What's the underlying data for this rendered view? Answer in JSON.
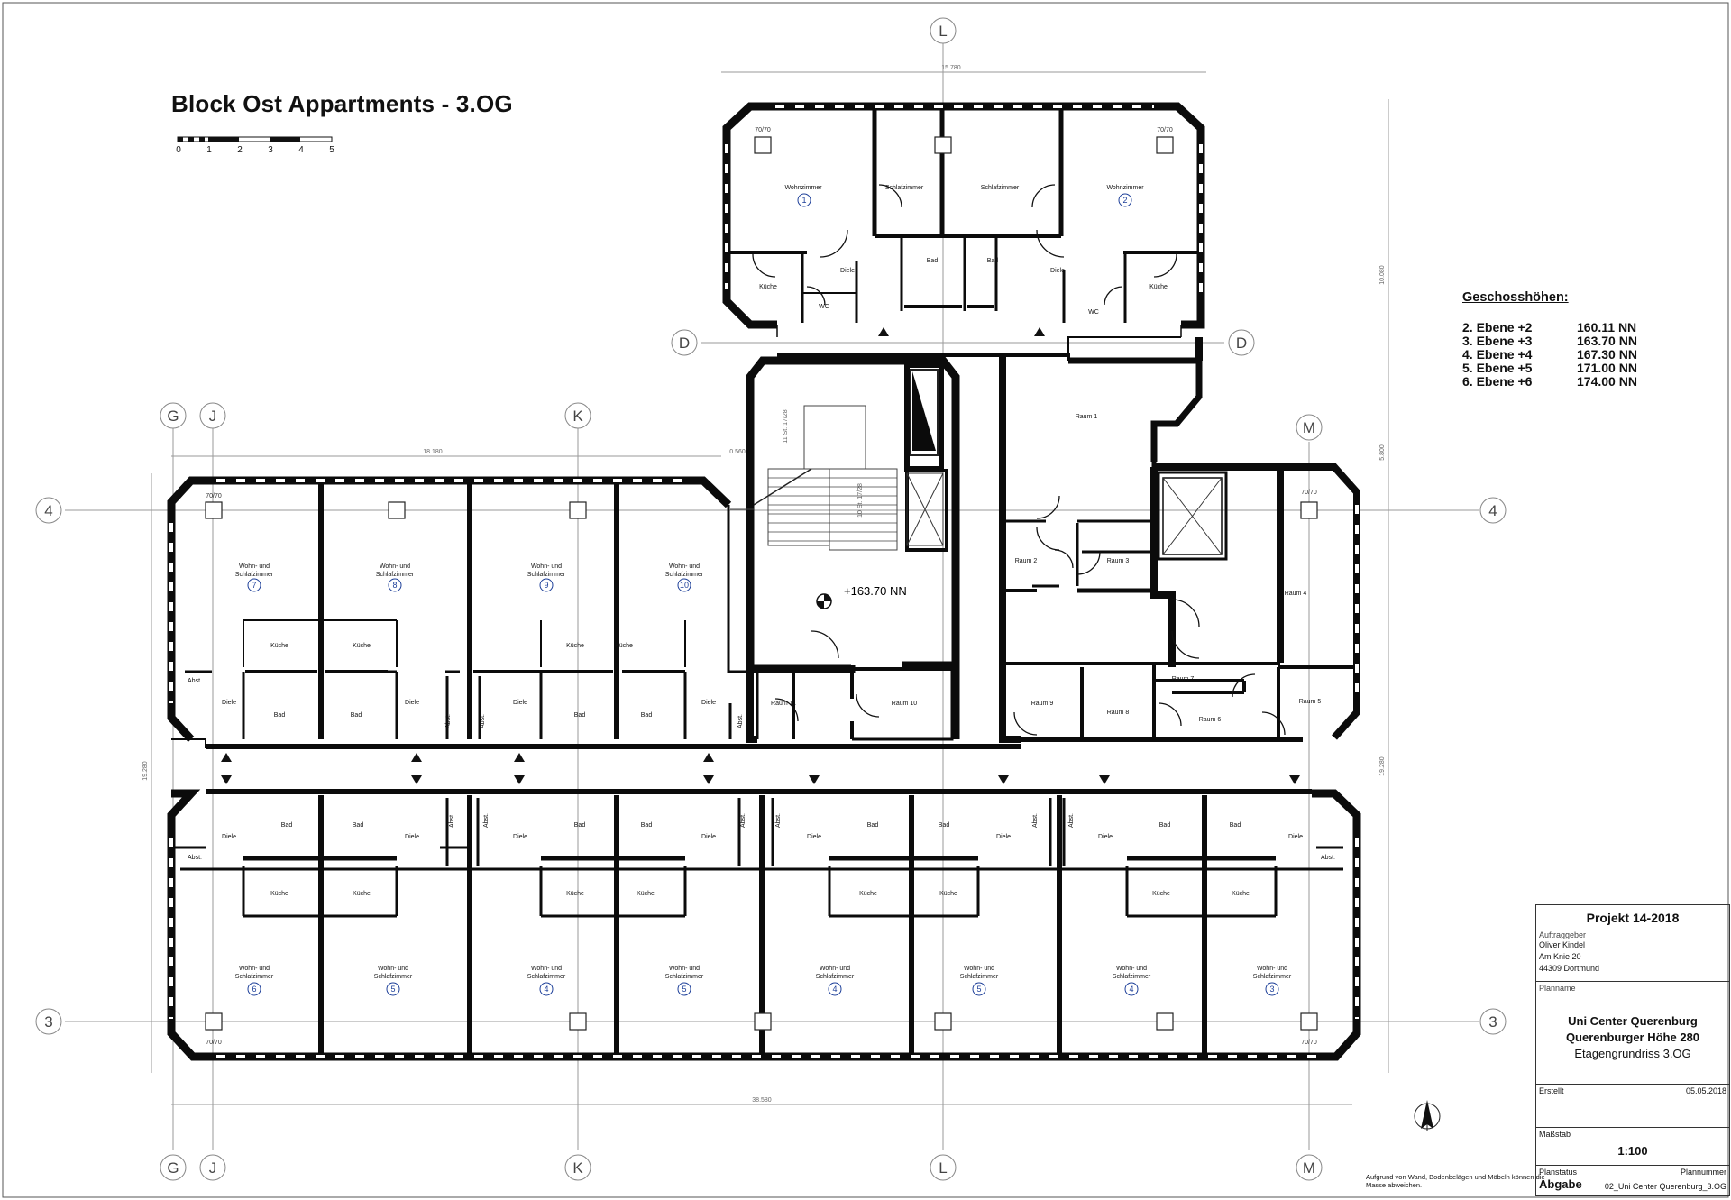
{
  "title": "Block Ost Appartments - 3.OG",
  "scale_bar_labels": [
    "0",
    "1",
    "2",
    "3",
    "4",
    "5"
  ],
  "grid": {
    "top": [
      "L"
    ],
    "left_top": [
      "G",
      "J",
      "K"
    ],
    "right_top": [
      "M"
    ],
    "row_labels": [
      "D",
      "4",
      "3"
    ],
    "bottom": [
      "G",
      "J",
      "K",
      "L",
      "M"
    ]
  },
  "dims": [
    "15.780",
    "18.180",
    "0.560",
    "38.580",
    "19.280",
    "19.280",
    "10.080",
    "5.800",
    "11 St. 17/28",
    "10 St. 17/28"
  ],
  "elevation_marker": "+163.70 NN",
  "room_labels": {
    "wohnzimmer": "Wohnzimmer",
    "schlafzimmer": "Schlafzimmer",
    "wohn_schlaf_1": "Wohn- und",
    "wohn_schlaf_2": "Schlafzimmer",
    "kueche": "Küche",
    "bad": "Bad",
    "diele": "Diele",
    "wc": "WC",
    "abst": "Abst.",
    "window": "70/70"
  },
  "named_rooms": [
    "Raum 1",
    "Raum 2",
    "Raum 3",
    "Raum 4",
    "Raum 5",
    "Raum 6",
    "Raum 7",
    "Raum 8",
    "Raum 9",
    "Raum 10",
    "Raum 11"
  ],
  "apartments": {
    "top": [
      "1",
      "2"
    ],
    "row_upper": [
      "7",
      "8",
      "9",
      "10"
    ],
    "row_lower": [
      "6",
      "5",
      "4",
      "5",
      "4",
      "5",
      "4",
      "3"
    ]
  },
  "geschosshoehen": {
    "heading": "Geschosshöhen:",
    "rows": [
      {
        "ebene": "2. Ebene +2",
        "nn": "160.11 NN"
      },
      {
        "ebene": "3. Ebene +3",
        "nn": "163.70 NN"
      },
      {
        "ebene": "4. Ebene +4",
        "nn": "167.30 NN"
      },
      {
        "ebene": "5. Ebene +5",
        "nn": "171.00 NN"
      },
      {
        "ebene": "6. Ebene +6",
        "nn": "174.00 NN"
      }
    ]
  },
  "title_block": {
    "projekt": "Projekt 14-2018",
    "auftraggeber_label": "Auftraggeber",
    "auftraggeber": [
      "Oliver Kindel",
      "Am Knie 20",
      "44309 Dortmund"
    ],
    "planname_label": "Planname",
    "planname": [
      "Uni Center Querenburg",
      "Querenburger Höhe 280",
      "Etagengrundriss 3.OG"
    ],
    "erstellt_label": "Erstellt",
    "erstellt": "05.05.2018",
    "massstab_label": "Maßstab",
    "massstab": "1:100",
    "planstatus_label": "Planstatus",
    "planstatus": "Abgabe",
    "plannummer_label": "Plannummer",
    "plannummer": "02_Uni Center Querenburg_3.OG"
  },
  "note": "Aufgrund von Wand, Bodenbelägen und Möbeln können die Masse abweichen.",
  "colors": {
    "wall": "#0b0b0b",
    "grid_line": "#9a9a9a",
    "apartment_number": "#1d3f99"
  }
}
